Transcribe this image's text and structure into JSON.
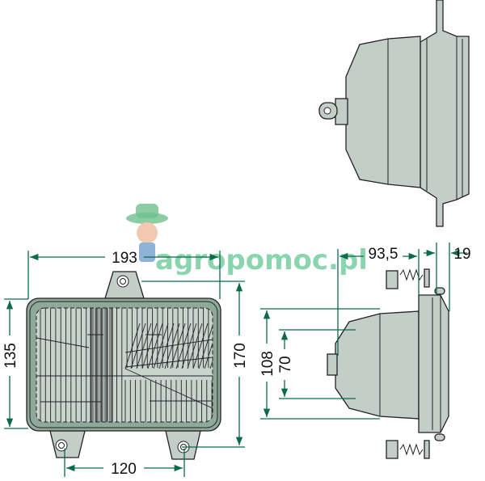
{
  "logo": {
    "text": "agropomoc.pl"
  },
  "dimensions": {
    "width_total": "193",
    "height_lens": "135",
    "height_total": "170",
    "mount_spacing": "120",
    "depth": "93,5",
    "flange": "19",
    "side_outer": "108",
    "side_inner": "70"
  },
  "colors": {
    "dimension": "#0b6a4a",
    "housing": "#c3cec8",
    "frame": "#8ea89a",
    "logo": "#3dba78"
  }
}
